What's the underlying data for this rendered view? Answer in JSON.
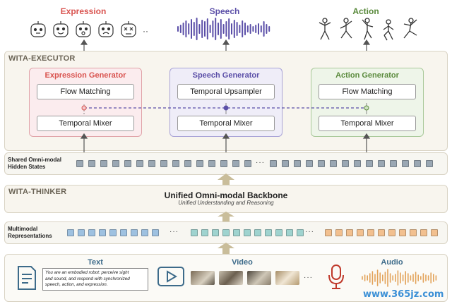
{
  "outputs": {
    "expression": {
      "label": "Expression",
      "color": "#d9534f"
    },
    "speech": {
      "label": "Speech",
      "color": "#5b4fa8"
    },
    "action": {
      "label": "Action",
      "color": "#5a8a3c"
    }
  },
  "executor": {
    "title": "WITA-EXECUTOR",
    "expression_gen": {
      "title": "Expression Generator",
      "box1": "Flow Matching",
      "box2": "Temporal Mixer"
    },
    "speech_gen": {
      "title": "Speech Generator",
      "box1": "Temporal Upsampler",
      "box2": "Temporal Mixer"
    },
    "action_gen": {
      "title": "Action Generator",
      "box1": "Flow Matching",
      "box2": "Temporal Mixer"
    }
  },
  "shared": {
    "label_line1": "Shared Omni-modal",
    "label_line2": "Hidden States",
    "ellipsis": "···"
  },
  "thinker": {
    "title": "WITA-THINKER",
    "backbone": "Unified Omni-modal Backbone",
    "subtitle": "Unified Understanding and Reasoning"
  },
  "multimodal": {
    "label_line1": "Multimodal",
    "label_line2": "Representations",
    "ellipsis": "···"
  },
  "inputs": {
    "text": {
      "title": "Text",
      "prompt_line1": "You are an embodied robot: perceive sight",
      "prompt_line2": "and sound, and respond with synchronized",
      "prompt_line3": "speech, action, and expression."
    },
    "video": {
      "title": "Video",
      "ellipsis": "···"
    },
    "audio": {
      "title": "Audio"
    }
  },
  "watermark": "www.365jz.com",
  "colors": {
    "shared_token": "#9aa7b3",
    "text_token": "#9ec1e0",
    "video_token": "#9fd3cf",
    "audio_token": "#f2c08f",
    "arrow": "#c9bd9a"
  }
}
